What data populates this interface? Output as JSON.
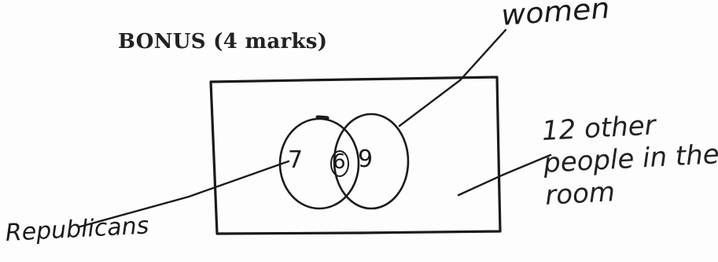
{
  "heading": "BONUS (4 marks)",
  "labels": {
    "women": "women",
    "republicans": "Republicans",
    "others": "12 other people in the room"
  },
  "regions": {
    "republicans_only": "7",
    "both": "6",
    "women_only": "9"
  },
  "colors": {
    "ink": "#1a1a1a",
    "paper": "#fdfdfd"
  }
}
